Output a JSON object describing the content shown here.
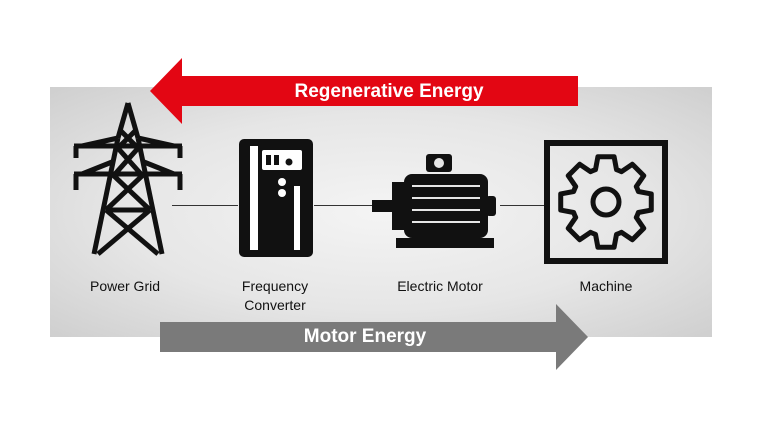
{
  "arrows": {
    "regenerative": {
      "label": "Regenerative Energy",
      "color": "#e30613"
    },
    "motor": {
      "label": "Motor Energy",
      "color": "#7a7a7a"
    }
  },
  "components": [
    {
      "label_line1": "Power Grid",
      "label_line2": "",
      "icon": "power-tower-icon"
    },
    {
      "label_line1": "Frequency",
      "label_line2": "Converter",
      "icon": "frequency-converter-icon"
    },
    {
      "label_line1": "Electric Motor",
      "label_line2": "",
      "icon": "electric-motor-icon"
    },
    {
      "label_line1": "Machine",
      "label_line2": "",
      "icon": "gear-icon"
    }
  ]
}
